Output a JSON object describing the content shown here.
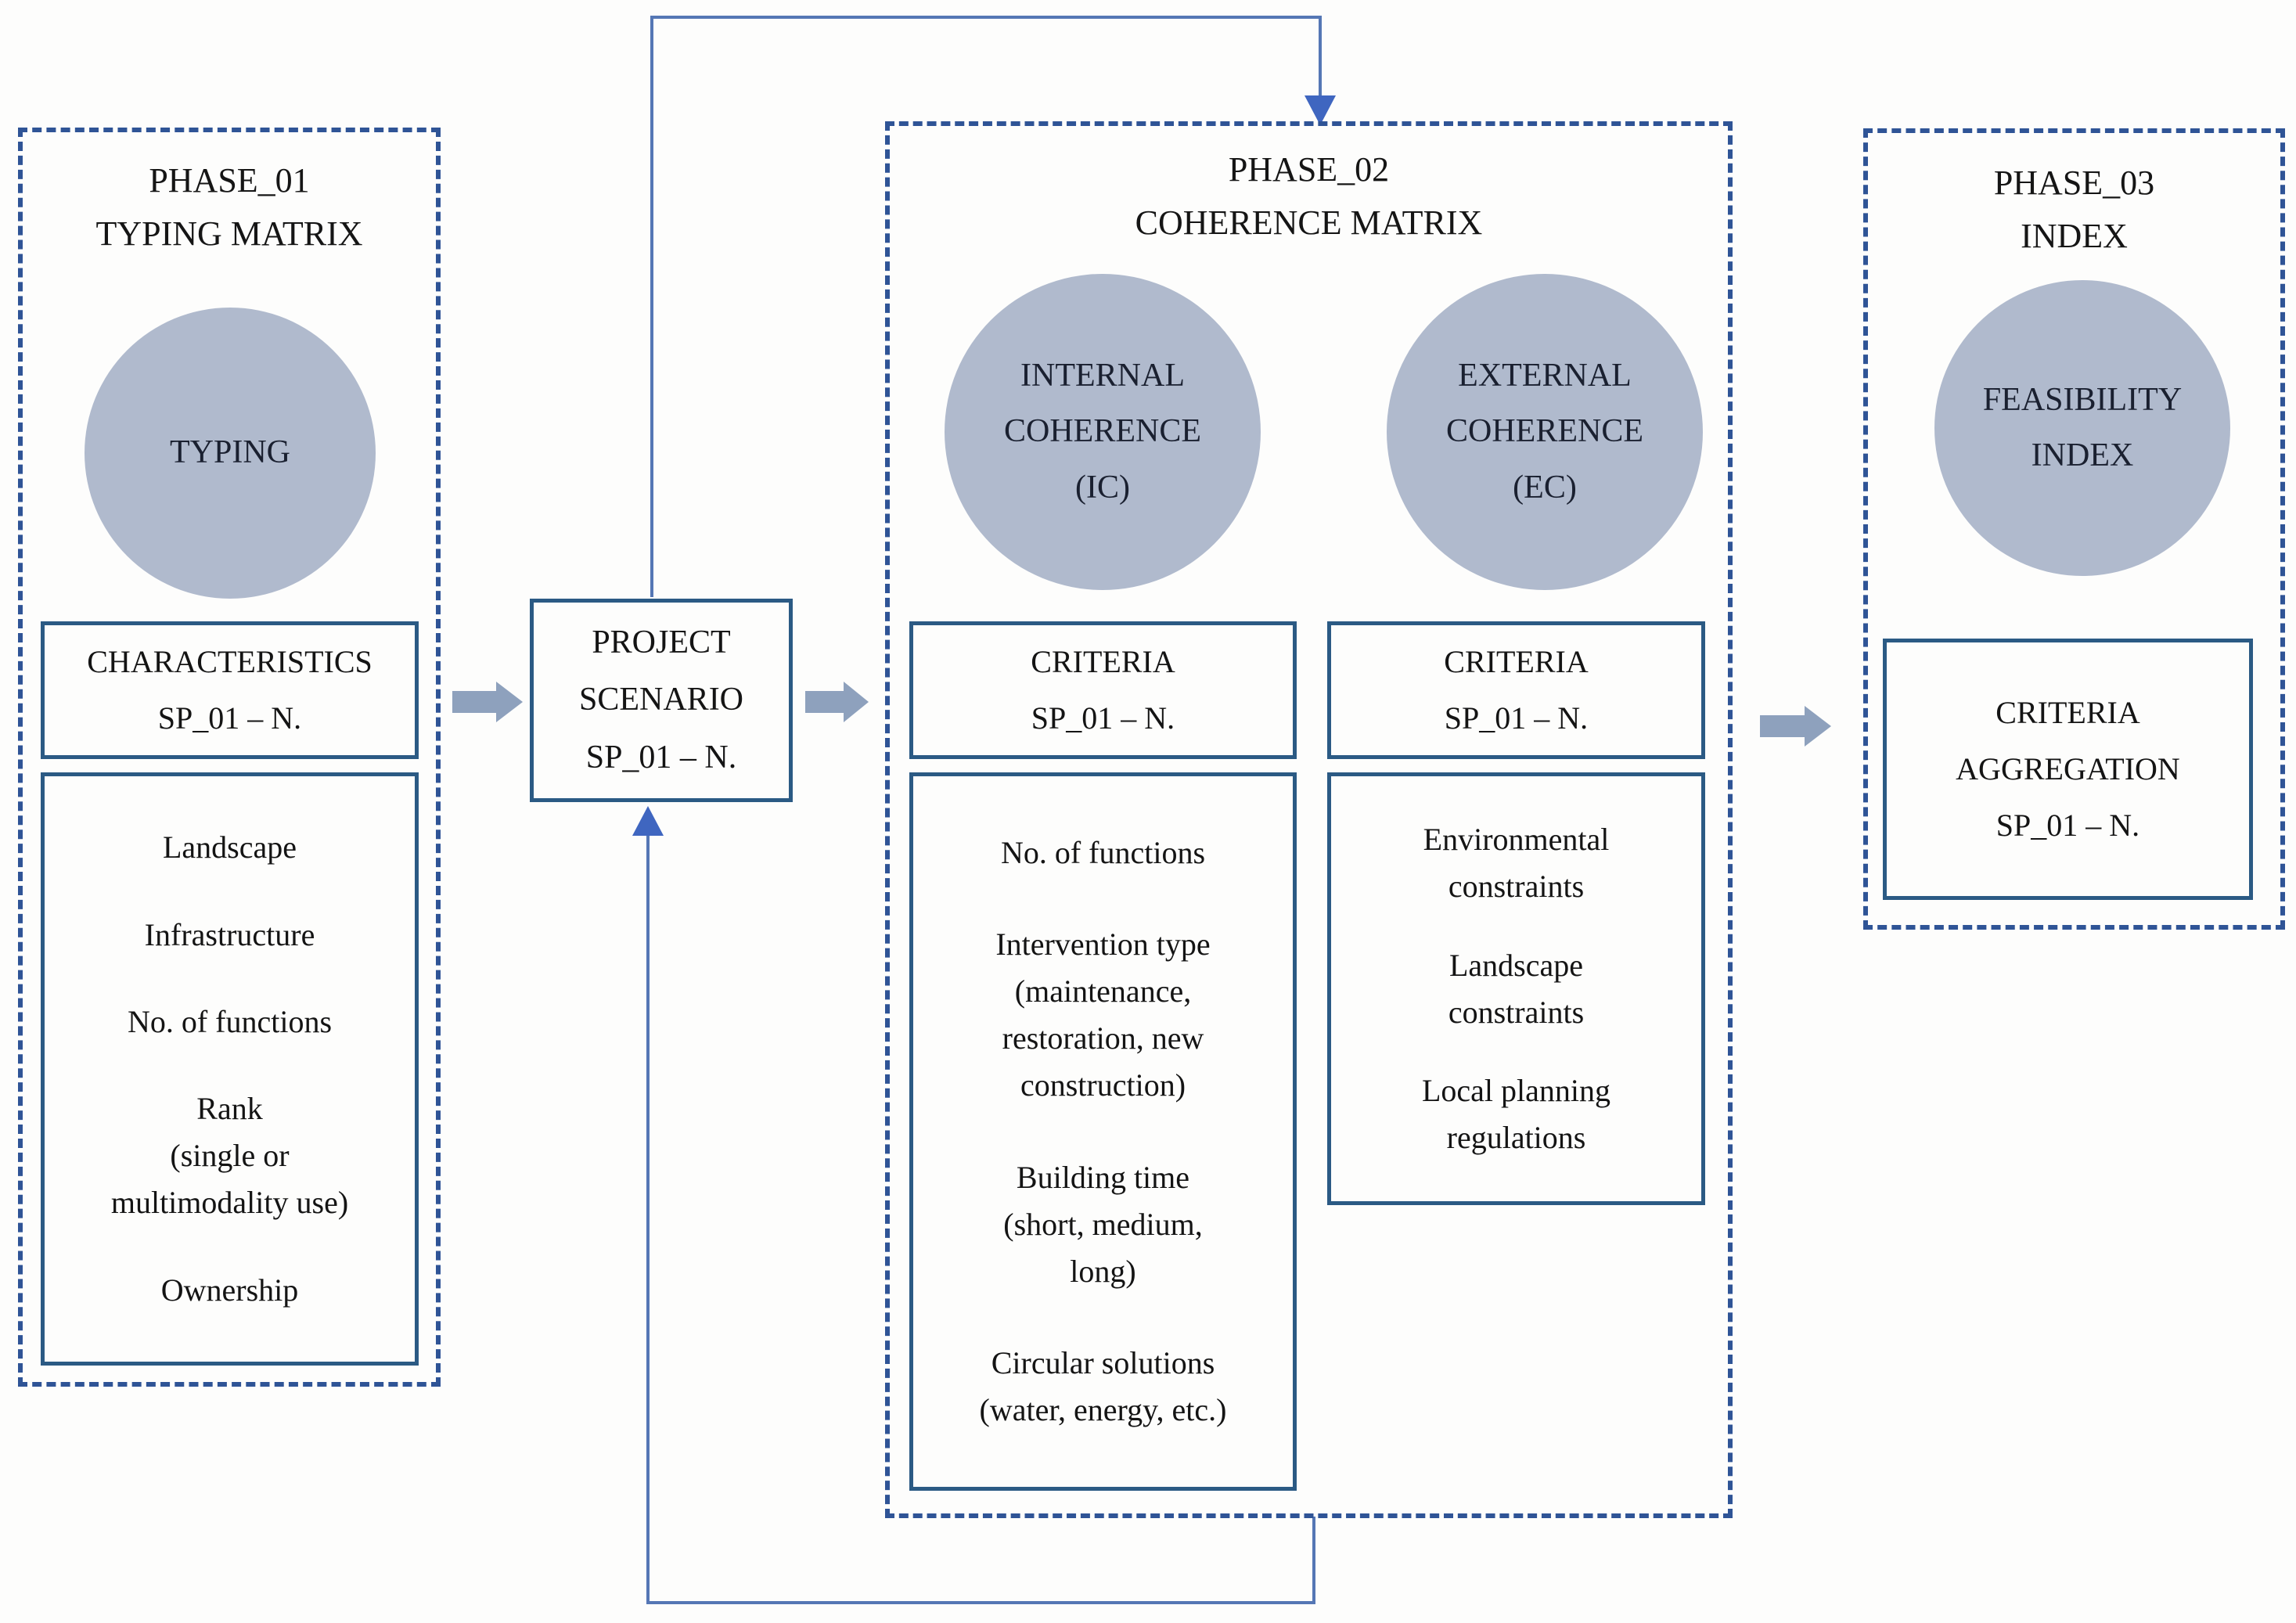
{
  "figure": {
    "type": "flow-diagram",
    "colors": {
      "dashed_border": "#2f5496",
      "solid_border": "#2b5a84",
      "circle_fill": "#b0bacd",
      "block_arrow": "#8ea1bd",
      "connector_line": "#5577b5",
      "connector_arrowhead": "#3f66c0",
      "text": "#141414"
    }
  },
  "phase1": {
    "title_line1": "PHASE_01",
    "title_line2": "TYPING MATRIX",
    "circle_label": "TYPING",
    "header_line1": "CHARACTERISTICS",
    "header_line2": "SP_01 – N.",
    "items": [
      "Landscape",
      "Infrastructure",
      "No. of functions",
      "Rank\n(single or\nmultimodality use)",
      "Ownership"
    ]
  },
  "project_scenario": {
    "line1": "PROJECT",
    "line2": "SCENARIO",
    "line3": "SP_01 – N."
  },
  "phase2": {
    "title_line1": "PHASE_02",
    "title_line2": "COHERENCE MATRIX",
    "ic_circle_label": "INTERNAL\nCOHERENCE\n(IC)",
    "ec_circle_label": "EXTERNAL\nCOHERENCE\n(EC)",
    "ic_header_line1": "CRITERIA",
    "ic_header_line2": "SP_01 – N.",
    "ec_header_line1": "CRITERIA",
    "ec_header_line2": "SP_01 – N.",
    "ic_items": [
      "No. of functions",
      "Intervention type\n(maintenance,\nrestoration, new\nconstruction)",
      "Building time\n(short, medium,\nlong)",
      "Circular solutions\n(water, energy, etc.)"
    ],
    "ec_items": [
      "Environmental\nconstraints",
      "Landscape\nconstraints",
      "Local planning\nregulations"
    ]
  },
  "phase3": {
    "title_line1": "PHASE_03",
    "title_line2": "INDEX",
    "circle_label": "FEASIBILITY\nINDEX",
    "box_line1": "CRITERIA",
    "box_line2": "AGGREGATION",
    "box_line3": "SP_01 – N."
  }
}
